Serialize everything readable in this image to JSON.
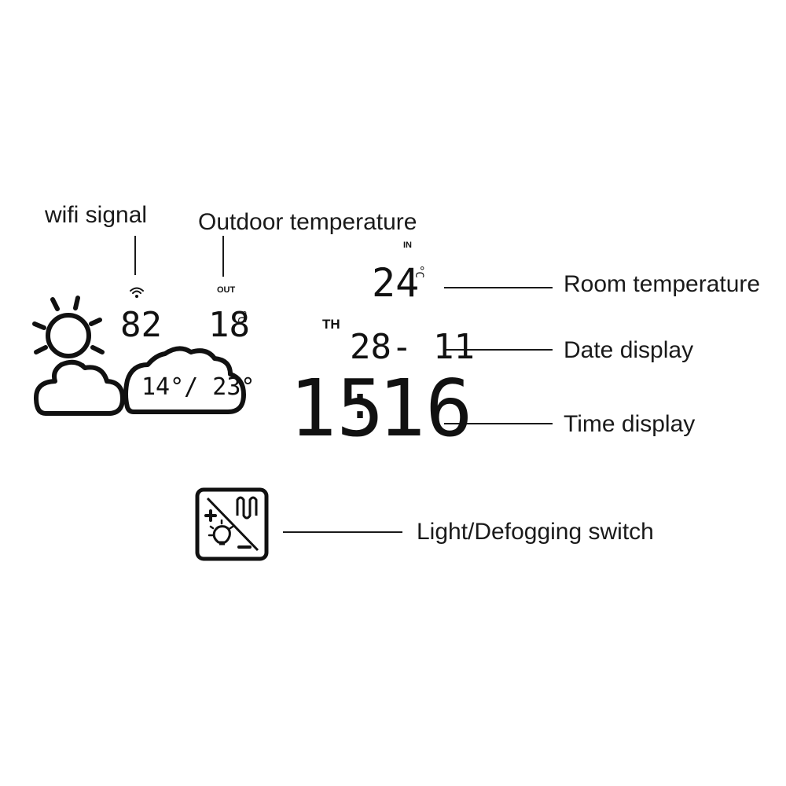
{
  "labels": {
    "wifi": "wifi signal",
    "outdoor": "Outdoor temperature",
    "room": "Room temperature",
    "date": "Date display",
    "time": "Time display",
    "switch": "Light/Defogging switch"
  },
  "display": {
    "wifi_value": "82",
    "out_tag": "OUT",
    "out_temp": "18",
    "out_unit": "°C",
    "forecast": "14°/ 23°",
    "in_tag": "IN",
    "room_temp": "24",
    "room_unit": "°C",
    "weekday": "TH",
    "date": "28- 11",
    "time_hours": "15",
    "time_sep": ":",
    "time_minutes": "16"
  },
  "icons": {
    "weather": "sun-cloud-icon",
    "wifi": "wifi-icon",
    "switch": "light-defog-switch-icon"
  }
}
